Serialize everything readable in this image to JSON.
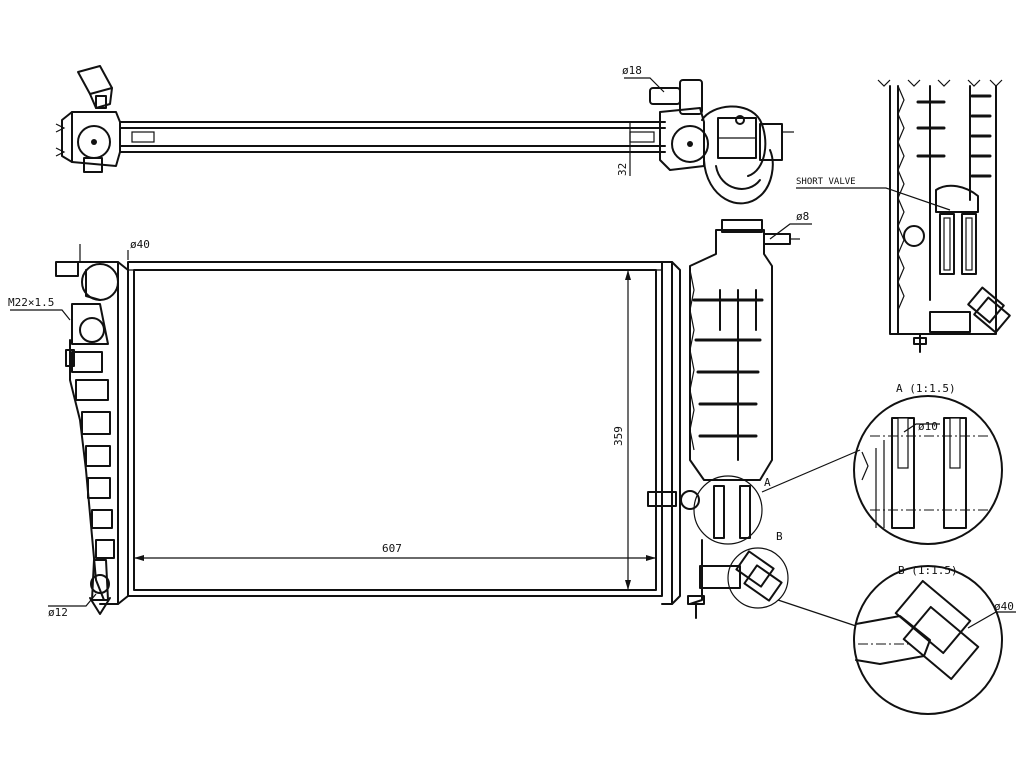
{
  "labels": {
    "d18": "ø18",
    "d32": "32",
    "d8": "ø8",
    "d40_top": "ø40",
    "m22": "M22×1.5",
    "d12": "ø12",
    "w607": "607",
    "h359": "359",
    "short_valve": "SHORT VALVE",
    "a": "A",
    "b": "B",
    "detail_a": "A (1:1.5)",
    "detail_b": "B (1:1.5)",
    "d10": "ø10",
    "d40_detail": "ø40"
  }
}
